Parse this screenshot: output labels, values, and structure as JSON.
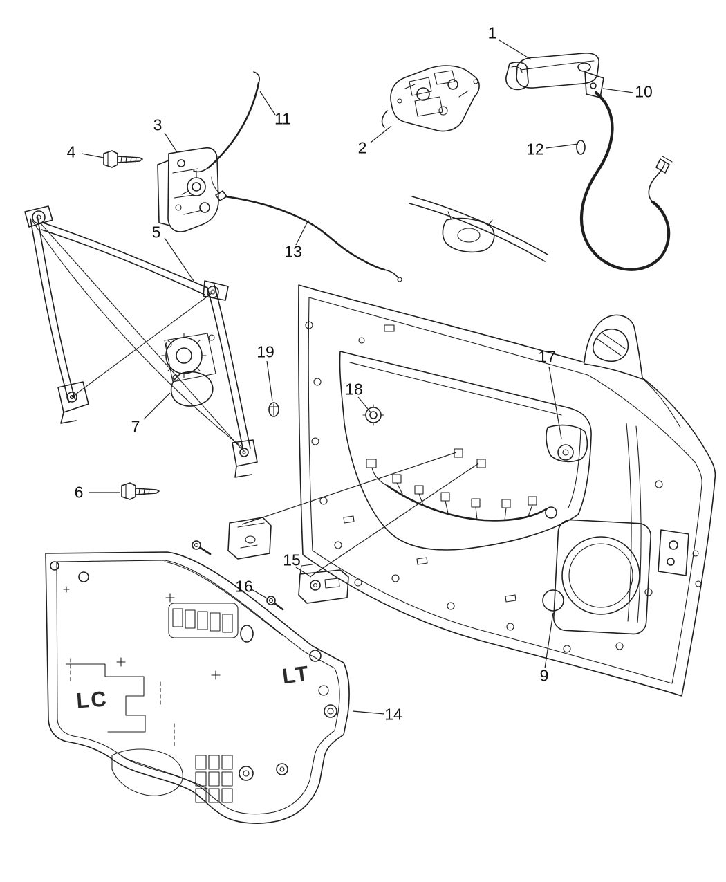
{
  "diagram": {
    "type": "exploded-parts-diagram",
    "subject": "Vehicle front door hardware: handles, latch, window regulator, door shell and water shield panel",
    "background": "#ffffff",
    "line_color": "#1f1f1f",
    "callouts": [
      {
        "label": "1"
      },
      {
        "label": "2"
      },
      {
        "label": "3"
      },
      {
        "label": "4"
      },
      {
        "label": "5"
      },
      {
        "label": "6"
      },
      {
        "label": "7"
      },
      {
        "label": "9"
      },
      {
        "label": "10"
      },
      {
        "label": "11"
      },
      {
        "label": "12"
      },
      {
        "label": "13"
      },
      {
        "label": "14"
      },
      {
        "label": "15"
      },
      {
        "label": "16"
      },
      {
        "label": "17"
      },
      {
        "label": "18"
      },
      {
        "label": "19"
      }
    ],
    "panel_markings": {
      "lc": "LC",
      "lt": "LT"
    }
  }
}
